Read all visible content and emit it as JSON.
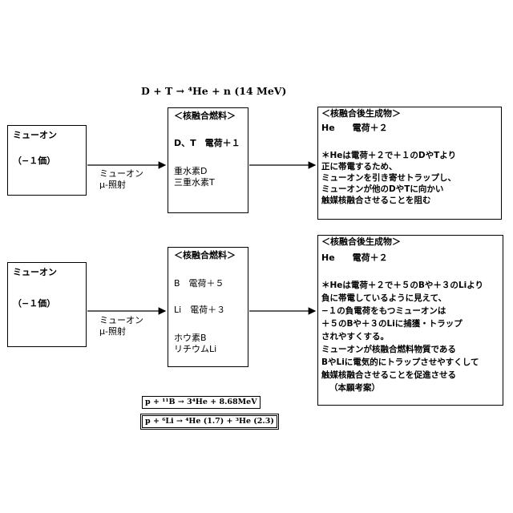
{
  "reaction1": {
    "equation": "D + T → ⁴He + n (14 MeV)"
  },
  "section1": {
    "muon_box": {
      "title": "ミューオン",
      "charge": "（−１価）"
    },
    "irradiation": {
      "line1": "ミューオン",
      "line2": "μ-照射"
    },
    "fuel_box": {
      "title": "＜核融合燃料＞",
      "line1": "D、T　電荷＋１",
      "line2": "重水素D",
      "line3": "三重水素T"
    },
    "product_box": {
      "title": "＜核融合後生成物＞",
      "line1": "He　　電荷＋２",
      "notes": [
        "＊Heは電荷＋２で＋１のDやTより",
        "正に帯電するため、",
        "ミューオンを引き寄せトラップし、",
        "ミューオンが他のDやTに向かい",
        "触媒核融合させることを阻む"
      ]
    }
  },
  "section2": {
    "muon_box": {
      "title": "ミューオン",
      "charge": "（−１価）"
    },
    "irradiation": {
      "line1": "ミューオン",
      "line2": "μ-照射"
    },
    "fuel_box": {
      "title": "＜核融合燃料＞",
      "line1": "B　電荷＋５",
      "line2": "Li　電荷＋３",
      "line3": "ホウ素B",
      "line4": "リチウムLi"
    },
    "product_box": {
      "title": "＜核融合後生成物＞",
      "line1": "He　　電荷＋２",
      "notes": [
        "＊Heは電荷＋２で＋５のBや＋３のLiより",
        "負に帯電しているように見えて、",
        "−１の負電荷をもつミューオンは",
        "＋５のBや＋３のLiに捕獲・トラップ",
        "されやすくする。",
        "ミューオンが核融合燃料物質である",
        "BやLiに電気的にトラップさせやすくして",
        "触媒核融合させることを促進させる",
        "（本願考案）"
      ]
    }
  },
  "equations": {
    "eq1": "p + ¹¹B → 3⁴He + 8.68MeV",
    "eq2": "p + ⁶Li → ⁴He (1.7) + ³He (2.3)"
  }
}
